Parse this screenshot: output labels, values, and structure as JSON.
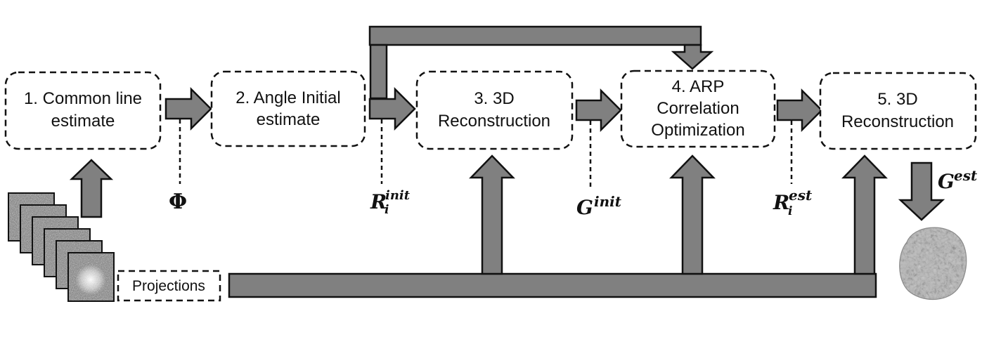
{
  "steps": [
    {
      "line1": "1. Common line",
      "line2": "estimate"
    },
    {
      "line1": "2. Angle Initial",
      "line2": "estimate"
    },
    {
      "line1": "3. 3D",
      "line2": "Reconstruction"
    },
    {
      "line1": "4. ARP",
      "line2": "Correlation",
      "line3": "Optimization"
    },
    {
      "line1": "5. 3D",
      "line2": "Reconstruction"
    }
  ],
  "projections_label": "Projections",
  "symbols": {
    "phi": "Φ",
    "r_init_base": "R",
    "r_init_sub": "i",
    "r_init_sup": "init",
    "g_init_base": "G",
    "g_init_sup": "init",
    "r_est_base": "R",
    "r_est_sub": "i",
    "r_est_sup": "est",
    "g_est_base": "G",
    "g_est_sup": "est"
  },
  "colors": {
    "arrow_fill": "#808080",
    "stroke": "#111111",
    "background": "#ffffff"
  }
}
